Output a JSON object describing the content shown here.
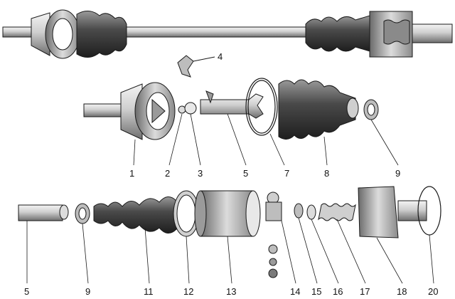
{
  "labels": [
    "1",
    "2",
    "3",
    "4",
    "5",
    "5",
    "7",
    "8",
    "9",
    "9",
    "11",
    "12",
    "13",
    "14",
    "15",
    "16",
    "17",
    "18",
    "20"
  ],
  "colors": {
    "ink": "#1a1a1a",
    "metal_light": "#e8e8e8",
    "metal_mid": "#bdbdbd",
    "metal_dark": "#7a7a7a",
    "boot": "#3a3a3a",
    "background": "#ffffff"
  }
}
